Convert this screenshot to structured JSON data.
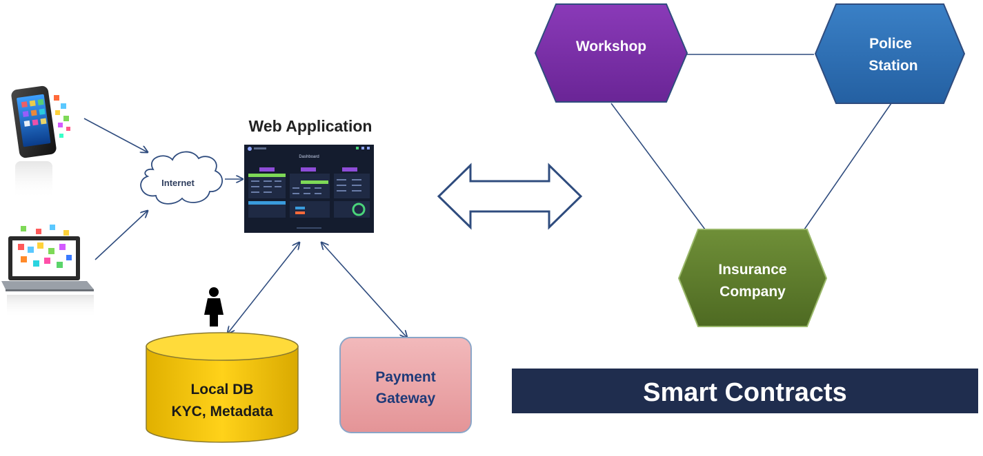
{
  "left": {
    "internet": "Internet",
    "web_app_title": "Web Application",
    "dashboard_title": "Dashboard",
    "local_db": [
      "Local DB",
      "KYC, Metadata"
    ],
    "payment_gateway": [
      "Payment",
      "Gateway"
    ]
  },
  "right": {
    "workshop": "Workshop",
    "police_station": [
      "Police",
      "Station"
    ],
    "insurance_company": [
      "Insurance",
      "Company"
    ],
    "smart_contracts": "Smart Contracts"
  },
  "icons": [
    "smartphone-icon",
    "laptop-icon",
    "user-icon",
    "cloud-icon",
    "database-icon",
    "double-arrow-icon"
  ],
  "colors": {
    "workshop": "#7B2FA8",
    "police": "#2E6FB5",
    "insurance": "#5E7D2C",
    "db": "#F6C700",
    "payment": "#E9A3A5",
    "banner": "#1F2D4E",
    "line": "#2F4C7E"
  }
}
